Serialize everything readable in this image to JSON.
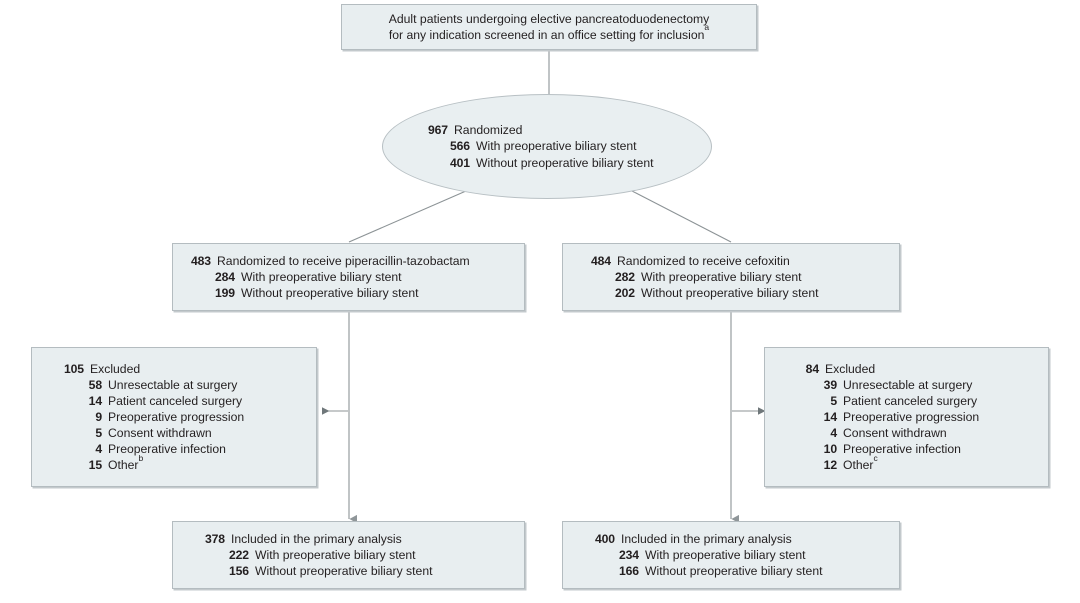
{
  "figure": {
    "type": "consort-flow-diagram",
    "colors": {
      "node_fill": "#e8eef0",
      "node_border": "#b4bcc0",
      "node_shadow": "#c3c9cc",
      "text": "#231f20",
      "connector": "#8c9396"
    }
  },
  "top_box": {
    "line1": "Adult patients undergoing elective pancreatoduodenectomy",
    "line2": "for any indication screened in an office setting for inclusion",
    "line2_footnote": "a"
  },
  "randomized": {
    "rows": [
      {
        "num": "967",
        "text": "Randomized",
        "indent": 0
      },
      {
        "num": "566",
        "text": "With preoperative biliary stent",
        "indent": 1
      },
      {
        "num": "401",
        "text": "Without preoperative biliary stent",
        "indent": 1
      }
    ]
  },
  "arm_left": {
    "rows": [
      {
        "num": "483",
        "text": "Randomized to receive piperacillin-tazobactam",
        "indent": 0
      },
      {
        "num": "284",
        "text": "With preoperative biliary stent",
        "indent": 1
      },
      {
        "num": "199",
        "text": "Without preoperative biliary stent",
        "indent": 1
      }
    ]
  },
  "arm_right": {
    "rows": [
      {
        "num": "484",
        "text": "Randomized to receive cefoxitin",
        "indent": 0
      },
      {
        "num": "282",
        "text": "With preoperative biliary stent",
        "indent": 1
      },
      {
        "num": "202",
        "text": "Without preoperative biliary stent",
        "indent": 1
      }
    ]
  },
  "excluded_left": {
    "rows": [
      {
        "num": "105",
        "text": "Excluded",
        "indent": 0
      },
      {
        "num": "58",
        "text": "Unresectable at surgery",
        "indent": 1
      },
      {
        "num": "14",
        "text": "Patient canceled surgery",
        "indent": 1
      },
      {
        "num": "9",
        "text": "Preoperative progression",
        "indent": 1
      },
      {
        "num": "5",
        "text": "Consent withdrawn",
        "indent": 1
      },
      {
        "num": "4",
        "text": "Preoperative infection",
        "indent": 1
      },
      {
        "num": "15",
        "text": "Other",
        "indent": 1,
        "footnote": "b"
      }
    ]
  },
  "excluded_right": {
    "rows": [
      {
        "num": "84",
        "text": "Excluded",
        "indent": 0
      },
      {
        "num": "39",
        "text": "Unresectable at surgery",
        "indent": 1
      },
      {
        "num": "5",
        "text": "Patient canceled surgery",
        "indent": 1
      },
      {
        "num": "14",
        "text": "Preoperative progression",
        "indent": 1
      },
      {
        "num": "4",
        "text": "Consent withdrawn",
        "indent": 1
      },
      {
        "num": "10",
        "text": "Preoperative infection",
        "indent": 1
      },
      {
        "num": "12",
        "text": "Other",
        "indent": 1,
        "footnote": "c"
      }
    ]
  },
  "outcome_left": {
    "rows": [
      {
        "num": "378",
        "text": "Included in the primary analysis",
        "indent": 0
      },
      {
        "num": "222",
        "text": "With preoperative biliary stent",
        "indent": 1
      },
      {
        "num": "156",
        "text": "Without preoperative biliary stent",
        "indent": 1
      }
    ]
  },
  "outcome_right": {
    "rows": [
      {
        "num": "400",
        "text": "Included in the primary analysis",
        "indent": 0
      },
      {
        "num": "234",
        "text": "With preoperative biliary stent",
        "indent": 1
      },
      {
        "num": "166",
        "text": "Without preoperative biliary stent",
        "indent": 1
      }
    ]
  }
}
